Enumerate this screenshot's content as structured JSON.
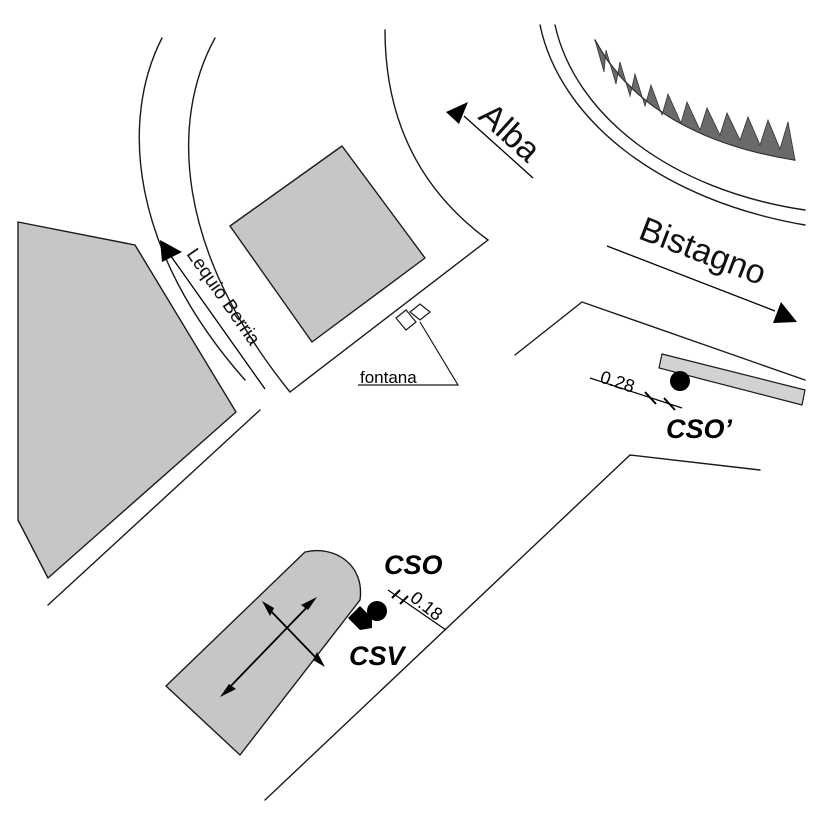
{
  "labels": {
    "alba": "Alba",
    "bistagno": "Bistagno",
    "lequio_berria": "Lequio Berria",
    "fontana": "fontana",
    "cso": "CSO",
    "cso_prime": "CSO’",
    "csv": "CSV",
    "dist_028": "0.28",
    "dist_018": "0.18"
  }
}
